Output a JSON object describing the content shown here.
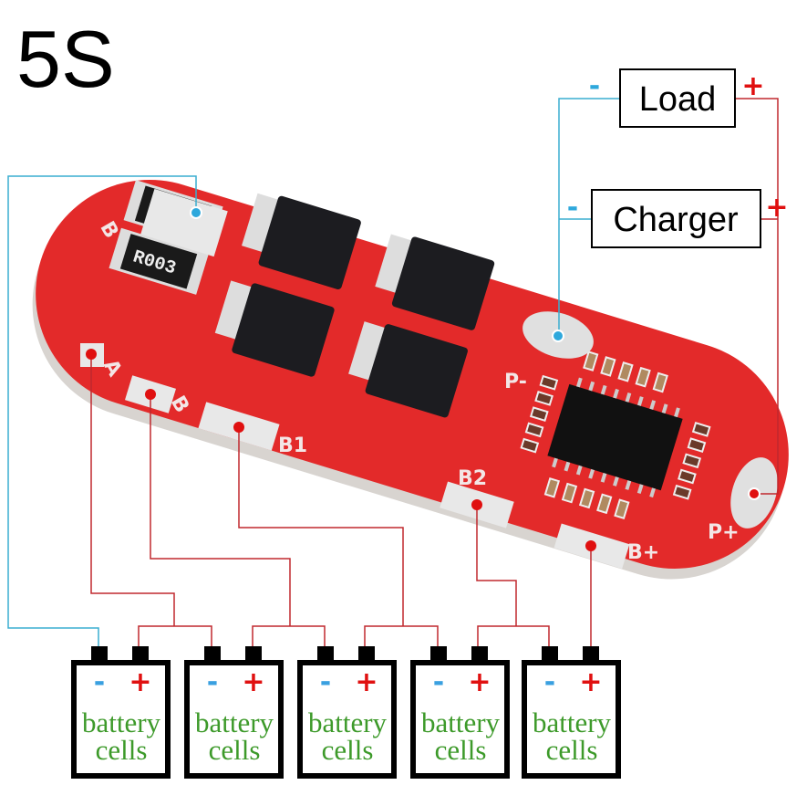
{
  "title": "5S",
  "load": {
    "label": "Load",
    "minus": "-",
    "plus": "+"
  },
  "charger": {
    "label": "Charger",
    "minus": "-",
    "plus": "+"
  },
  "board": {
    "labels": {
      "b_minus": "B",
      "a": "A",
      "b": "B",
      "b1": "B1",
      "b2": "B2",
      "p_minus": "P-",
      "p_plus": "P+",
      "b_plus": "B+"
    },
    "resistor_marking": "R003"
  },
  "batteries": [
    {
      "minus": "-",
      "plus": "+",
      "line1": "battery",
      "line2": "cells"
    },
    {
      "minus": "-",
      "plus": "+",
      "line1": "battery",
      "line2": "cells"
    },
    {
      "minus": "-",
      "plus": "+",
      "line1": "battery",
      "line2": "cells"
    },
    {
      "minus": "-",
      "plus": "+",
      "line1": "battery",
      "line2": "cells"
    },
    {
      "minus": "-",
      "plus": "+",
      "line1": "battery",
      "line2": "cells"
    }
  ],
  "colors": {
    "negative_wire": "#3aaed0",
    "positive_wire": "#c0282e",
    "board": "#e32a2a",
    "battery_text": "#3d9a2a",
    "minus_sign": "#3aa0e0",
    "plus_sign": "#e01010"
  }
}
